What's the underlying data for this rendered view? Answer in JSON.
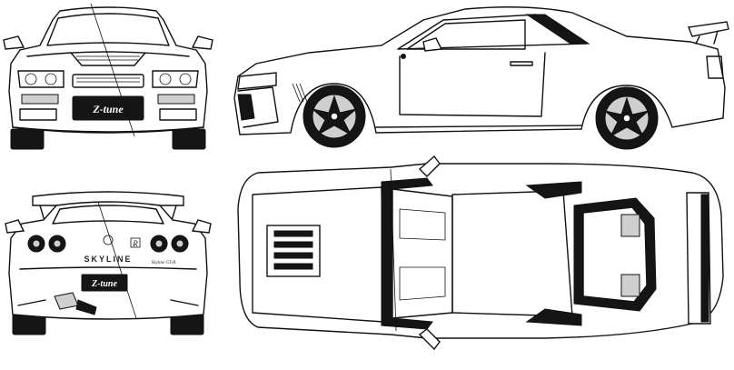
{
  "views": {
    "front": {
      "plate_text": "Z-tune"
    },
    "rear": {
      "plate_text": "Z-tune",
      "badge_text": "SKYLINE",
      "emblem_text": "R",
      "model_script": "Skyline GT-R"
    },
    "side": {},
    "top": {}
  },
  "colors": {
    "line": "#111111",
    "fill": "#ffffff",
    "tire": "#151515",
    "plate": "#151515"
  }
}
